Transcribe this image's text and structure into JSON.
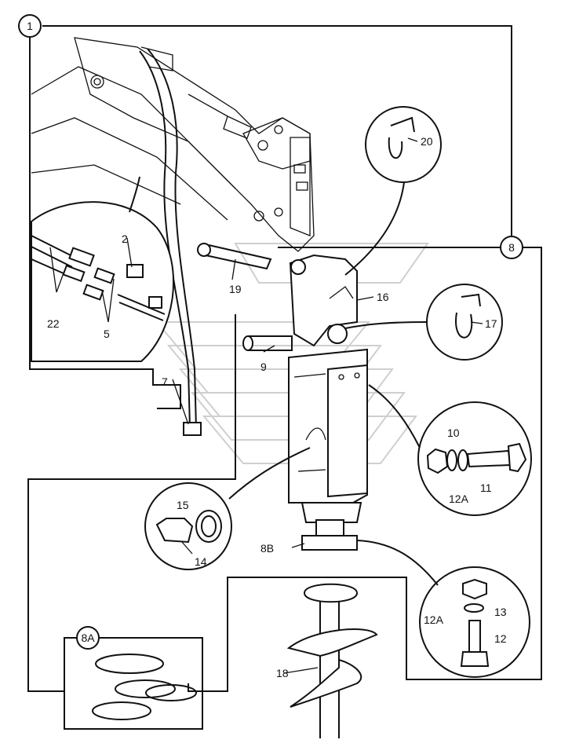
{
  "callouts": {
    "c1": "1",
    "c8": "8",
    "c8a": "8A",
    "c8b": "8B",
    "c2": "2",
    "c22": "22",
    "c5": "5",
    "c7": "7",
    "c19": "19",
    "c9": "9",
    "c16": "16",
    "c20": "20",
    "c17": "17",
    "c10": "10",
    "c12a_top": "12A",
    "c11": "11",
    "c15": "15",
    "c14": "14",
    "c13": "13",
    "c12a_bottom": "12A",
    "c12": "12",
    "c18": "18"
  }
}
